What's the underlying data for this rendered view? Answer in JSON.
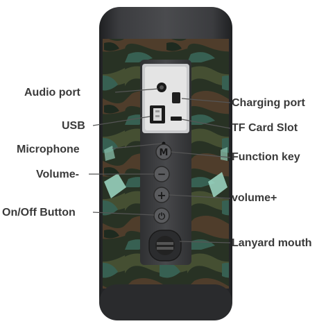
{
  "diagram": {
    "labels": {
      "audio_port": "Audio port",
      "usb": "USB",
      "microphone": "Microphone",
      "volume_minus": "Volume-",
      "on_off_button": "On/Off Button",
      "charging_port": "Charging port",
      "tf_card_slot": "TF Card Slot",
      "function_key": "Function key",
      "volume_plus": "volume+",
      "lanyard_mouth": "Lanyard mouth"
    },
    "button_glyphs": {
      "function": "M",
      "minus": "−",
      "plus": "+",
      "power": "⏻"
    },
    "colors": {
      "speaker_body": "#2f3032",
      "panel": "#3b3c3e",
      "camo_dark": "#2e3a2a",
      "camo_olive": "#4f5b3a",
      "camo_brown": "#5b4631",
      "camo_green": "#3f6e5e",
      "camo_mint": "#9ed9c6",
      "leader_line": "#555555"
    }
  }
}
